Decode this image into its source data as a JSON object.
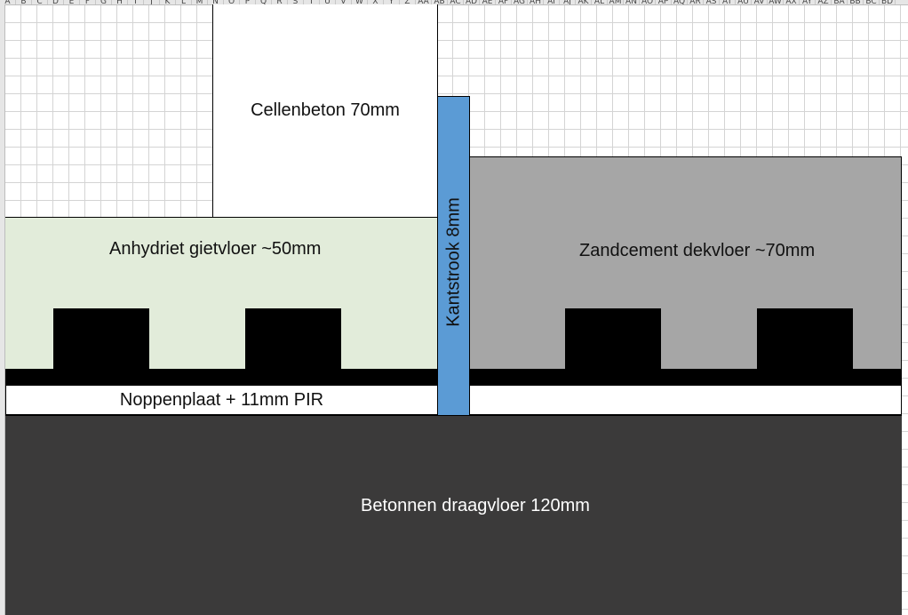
{
  "sheet": {
    "column_headers": [
      "A",
      "B",
      "C",
      "D",
      "E",
      "F",
      "G",
      "H",
      "I",
      "J",
      "K",
      "L",
      "M",
      "N",
      "O",
      "P",
      "Q",
      "R",
      "S",
      "T",
      "U",
      "V",
      "W",
      "X",
      "Y",
      "Z",
      "AA",
      "AB",
      "AC",
      "AD",
      "AE",
      "AF",
      "AG",
      "AH",
      "AI",
      "AJ",
      "AK",
      "AL",
      "AM",
      "AN",
      "AO",
      "AP",
      "AQ",
      "AR",
      "AS",
      "AT",
      "AU",
      "AV",
      "AW",
      "AX",
      "AY",
      "AZ",
      "BA",
      "BB",
      "BC",
      "BD"
    ]
  },
  "layers": {
    "cellenbeton": "Cellenbeton 70mm",
    "anhydriet": "Anhydriet gietvloer ~50mm",
    "kantstrook": "Kantstrook 8mm",
    "zandcement": "Zandcement dekvloer ~70mm",
    "noppenplaat": "Noppenplaat + 11mm PIR",
    "beton": "Betonnen draagvloer 120mm"
  },
  "colors": {
    "anhydriet": "#e2ecda",
    "zandcement": "#a6a6a6",
    "kantstrook": "#5b9bd5",
    "beton": "#3b3a3a",
    "pipes": "#000000"
  }
}
